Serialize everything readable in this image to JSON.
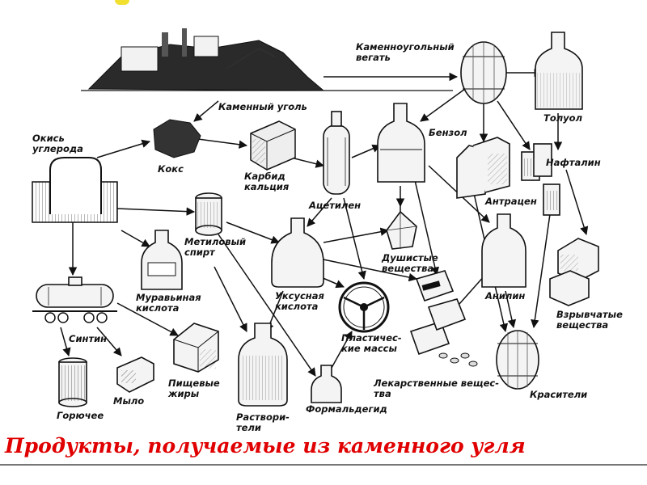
{
  "caption": "Продукты, получаемые из каменного угля",
  "labels": {
    "tar": [
      "Каменноугольный",
      "вегать"
    ],
    "coal": [
      "Каменный уголь"
    ],
    "co": [
      "Окись",
      "углерода"
    ],
    "coke": [
      "Кокс"
    ],
    "carbide": [
      "Карбид",
      "кальция"
    ],
    "acetylene": [
      "Ацетилен"
    ],
    "benzene": [
      "Бензол"
    ],
    "toluene": [
      "Толуол"
    ],
    "naphthalene": [
      "Нафталин"
    ],
    "anthracene": [
      "Антрацен"
    ],
    "methanol": [
      "Метиловый",
      "спирт"
    ],
    "formic": [
      "Муравьиная",
      "кислота"
    ],
    "acetic": [
      "Уксусная",
      "кислота"
    ],
    "perfume": [
      "Душистые",
      "вещества"
    ],
    "aniline": [
      "Анилин"
    ],
    "explosives": [
      "Взрывчатые",
      "вещества"
    ],
    "plastics": [
      "Пластичес-",
      "кие массы"
    ],
    "medicines": [
      "Лекарственные вещес-",
      "тва"
    ],
    "dyes": [
      "Красители"
    ],
    "formaldehyde": [
      "Формальдегид"
    ],
    "solvents": [
      "Раствори-",
      "тели"
    ],
    "fats": [
      "Пищевые",
      "жиры"
    ],
    "soap": [
      "Мыло"
    ],
    "fuel": [
      "Горючее"
    ],
    "syntin": [
      "Синтин"
    ]
  },
  "colors": {
    "caption": "#e00000",
    "ink": "#111111"
  }
}
